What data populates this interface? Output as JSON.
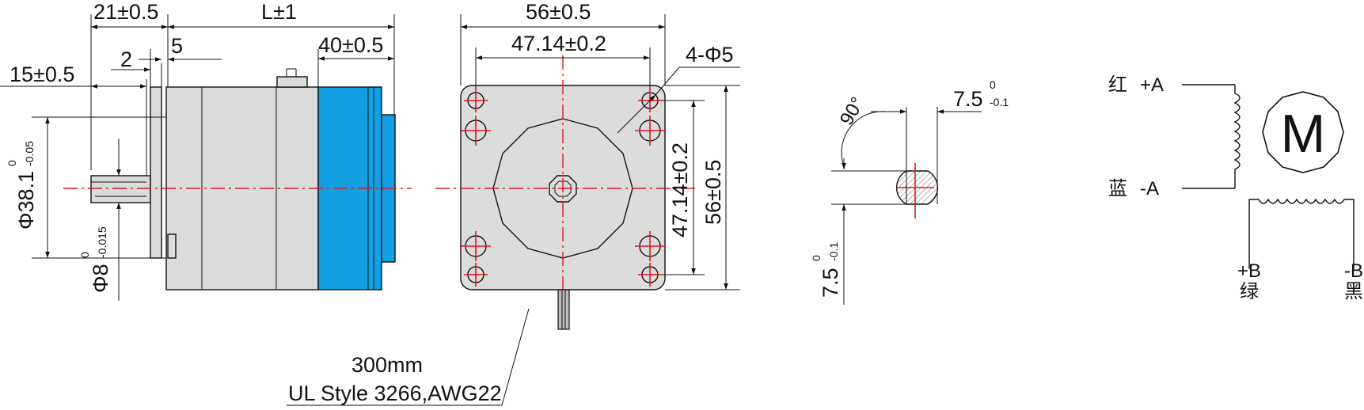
{
  "side_view": {
    "dim_21": "21±0.5",
    "dim_L": "L±1",
    "dim_5": "5",
    "dim_2": "2",
    "dim_40": "40±0.5",
    "dim_15": "15±0.5",
    "dim_phi38": "Φ38.1",
    "dim_phi38_tol_upper": "0",
    "dim_phi38_tol_lower": "-0.05",
    "dim_phi8": "Φ8",
    "dim_phi8_tol_upper": "0",
    "dim_phi8_tol_lower": "-0.015"
  },
  "front_view": {
    "dim_56_top": "56±0.5",
    "dim_47_top": "47.14±0.2",
    "dim_holes": "4-Φ5",
    "dim_47_side": "47.14±0.2",
    "dim_56_side": "56±0.5"
  },
  "cable": {
    "length": "300mm",
    "spec": "UL Style 3266,AWG22"
  },
  "shaft_detail": {
    "angle": "90°",
    "dim_75_top": "7.5",
    "dim_75_top_tol_upper": "0",
    "dim_75_top_tol_lower": "-0.1",
    "dim_75_left": "7.5",
    "dim_75_left_tol_upper": "0",
    "dim_75_left_tol_lower": "-0.1"
  },
  "wiring": {
    "motor_label": "M",
    "a_plus_color": "红",
    "a_plus": "+A",
    "a_minus_color": "蓝",
    "a_minus": "-A",
    "b_plus": "+B",
    "b_plus_color": "绿",
    "b_minus": "-B",
    "b_minus_color": "黑"
  },
  "colors": {
    "centerline": "#e1181f",
    "flange_blue": "#129fe4",
    "body_gray": "#dcdcdc"
  }
}
